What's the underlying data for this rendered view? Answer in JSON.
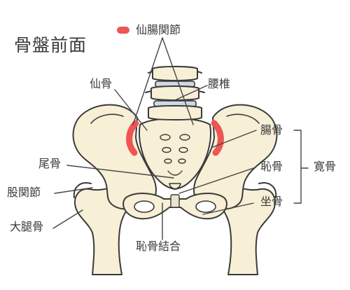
{
  "title": "骨盤前面",
  "legend": {
    "label": "仙腸関節",
    "color": "#ee5555"
  },
  "colors": {
    "bone": "#f7efd6",
    "outline": "#3b3a38",
    "line": "#444444",
    "highlight": "#ee5555"
  },
  "labels": {
    "sacrum": "仙骨",
    "lumbar": "腰椎",
    "ilium": "腸骨",
    "coccyx": "尾骨",
    "pubis": "恥骨",
    "hip_bone": "寛骨",
    "hip_joint": "股関節",
    "ischium": "坐骨",
    "femur": "大腿骨",
    "pubic_symphysis": "恥骨結合"
  }
}
